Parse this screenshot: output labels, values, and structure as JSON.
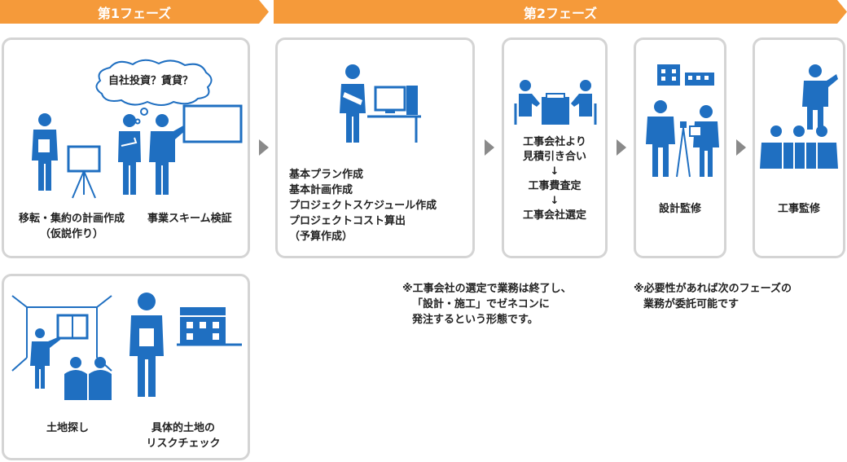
{
  "phases": [
    "第1フェーズ",
    "第2フェーズ"
  ],
  "speech_bubble": "自社投資？賃貸？",
  "labels": {
    "planning": [
      "移転・集約の計画作成",
      "（仮説作り）"
    ],
    "scheme": "事業スキーム検証",
    "basic_plan": [
      "基本プラン作成",
      "基本計画作成",
      "プロジェクトスケジュール作成",
      "プロジェクトコスト算出",
      "（予算作成）"
    ],
    "construction": [
      "工事会社より",
      "見積引き合い",
      "↓",
      "工事費査定",
      "↓",
      "工事会社選定"
    ],
    "design_supervision": "設計監修",
    "construction_supervision": "工事監修",
    "land_search": "土地探し",
    "land_risk": [
      "具体的土地の",
      "リスクチェック"
    ]
  },
  "notes": {
    "left": [
      "※工事会社の選定で業務は終了し、",
      "「設計・施工」でゼネコンに",
      "発注するという形態です。"
    ],
    "right": [
      "※必要性があれば次のフェーズの",
      "業務が委託可能です"
    ]
  },
  "colors": {
    "accent": "#f59a3a",
    "icon": "#1f6fc1",
    "border": "#d4d4d4",
    "arrow": "#8a8a8a"
  }
}
